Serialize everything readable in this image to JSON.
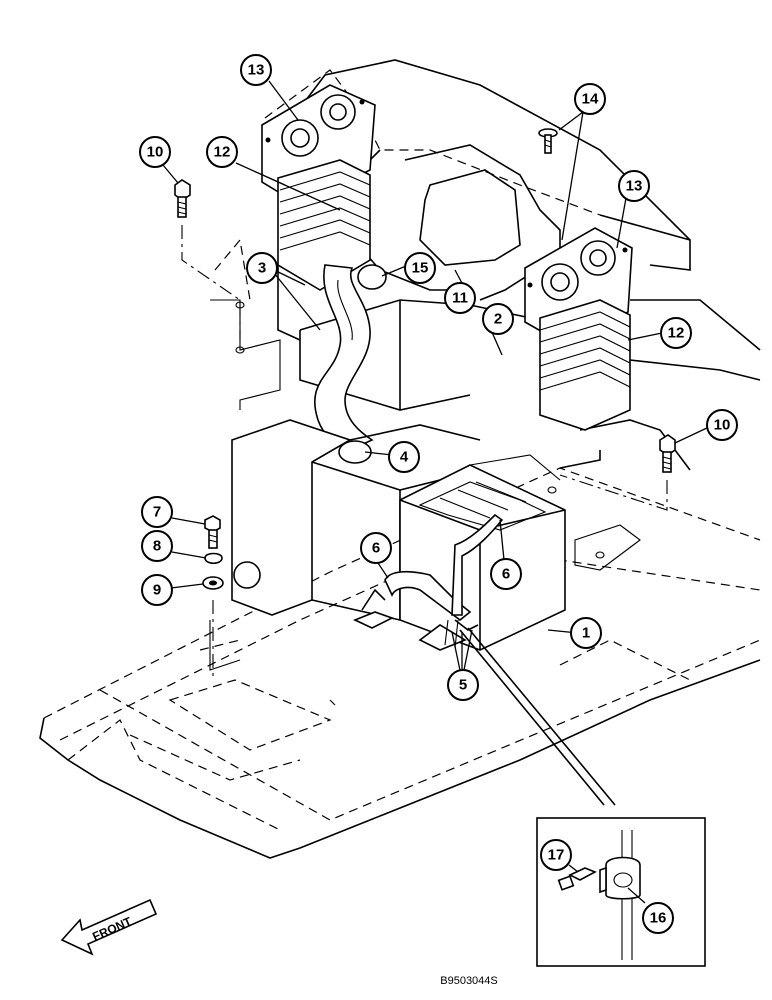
{
  "figure_code": "B9503044S",
  "front_label": "FRONT",
  "callouts": [
    "1",
    "2",
    "3",
    "4",
    "5",
    "6",
    "6",
    "7",
    "8",
    "9",
    "10",
    "10",
    "11",
    "12",
    "12",
    "13",
    "13",
    "14",
    "15",
    "16",
    "17"
  ]
}
